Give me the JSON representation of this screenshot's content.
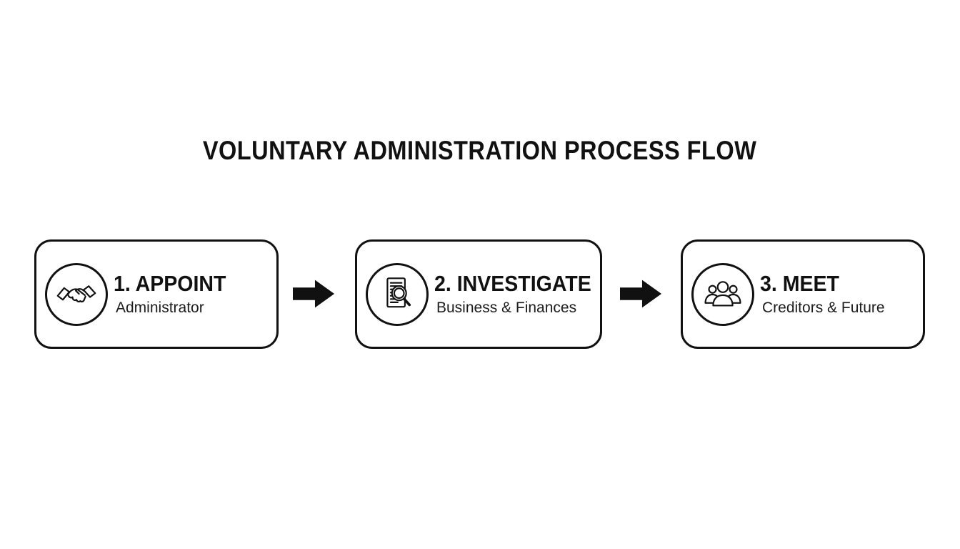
{
  "title": "VOLUNTARY ADMINISTRATION PROCESS FLOW",
  "colors": {
    "ink": "#111111",
    "background": "#ffffff"
  },
  "flow": {
    "connector_icon": "arrow-right-icon",
    "steps": [
      {
        "icon": "handshake-icon",
        "heading": "1. APPOINT",
        "subtitle": "Administrator"
      },
      {
        "icon": "document-magnifier-icon",
        "heading": "2. INVESTIGATE",
        "subtitle": "Business & Finances"
      },
      {
        "icon": "people-group-icon",
        "heading": "3. MEET",
        "subtitle": "Creditors & Future"
      }
    ]
  }
}
